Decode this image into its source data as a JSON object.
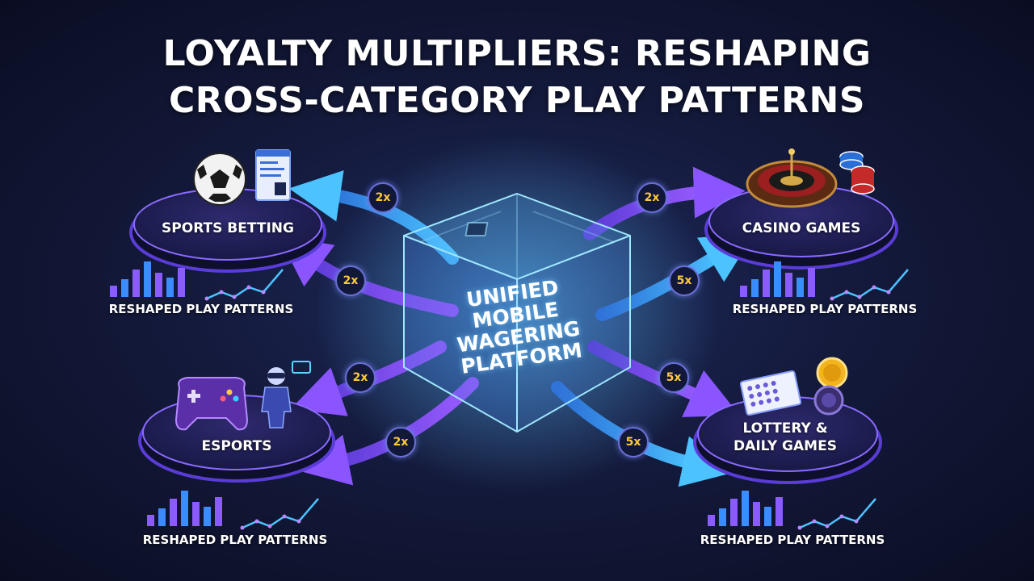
{
  "title": {
    "line1": "LOYALTY MULTIPLIERS: RESHAPING",
    "line2": "CROSS-CATEGORY PLAY PATTERNS"
  },
  "center": {
    "line1": "UNIFIED",
    "line2": "MOBILE",
    "line3": "WAGERING",
    "line4": "PLATFORM"
  },
  "nodes": {
    "sports": {
      "label": "SPORTS BETTING",
      "pattern_label": "RESHAPED PLAY PATTERNS"
    },
    "casino": {
      "label": "CASINO GAMES",
      "pattern_label": "RESHAPED PLAY PATTERNS"
    },
    "esports": {
      "label": "ESPORTS",
      "pattern_label": "RESHAPED PLAY PATTERNS"
    },
    "lottery": {
      "label_line1": "LOTTERY &",
      "label_line2": "DAILY GAMES",
      "pattern_label": "RESHAPED PLAY PATTERNS"
    }
  },
  "multipliers": {
    "sports_out": "2x",
    "sports_in": "2x",
    "casino_out": "2x",
    "casino_in": "5x",
    "esports_out": "2x",
    "esports_in": "2x",
    "lottery_out": "5x",
    "lottery_in": "5x"
  },
  "colors": {
    "blue_arrow": "#3aa6ff",
    "purple_arrow": "#7b4dff",
    "badge_text": "#ffc93a",
    "cube_glow": "#6fd4ff"
  },
  "icons": [
    "soccer-ball-icon",
    "bet-slip-icon",
    "roulette-icon",
    "casino-chips-icon",
    "gamepad-icon",
    "vr-player-icon",
    "lottery-ticket-icon",
    "gold-coin-icon"
  ]
}
